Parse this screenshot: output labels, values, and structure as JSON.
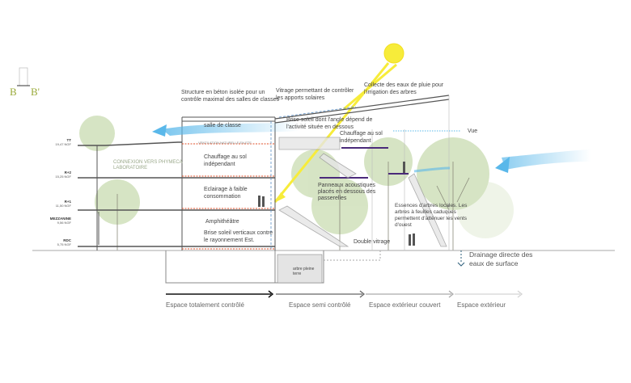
{
  "section_marker": {
    "left": "B",
    "right": "B'"
  },
  "levels": [
    {
      "name": "TT",
      "elev": "19,47 NGF"
    },
    {
      "name": "R+2",
      "elev": "15,25 NGF"
    },
    {
      "name": "R+1",
      "elev": "11,50 NGF"
    },
    {
      "name": "MEZZANINE",
      "elev": "9,56 NGF"
    },
    {
      "name": "RDC",
      "elev": "5,75 NGF"
    }
  ],
  "annotations": {
    "structure": [
      "Structure en béton isolée pour un",
      "contrôle maximal des salles de classes"
    ],
    "vitrage": [
      "Vitrage permettant de contrôler",
      "les apports solaires"
    ],
    "collecte": [
      "Collecte des eaux de pluie pour",
      "l'irrigation des arbres"
    ],
    "salle": "salle de classe",
    "brise_angle": [
      "Brise soleil dont l'angle dépend de",
      "l'activité située en dessous"
    ],
    "chauffage_top": [
      "Chauffage au sol",
      "indépendant"
    ],
    "vue": "Vue",
    "ventilation": "VENTILATION NATURELLE EN ETE",
    "connexion": [
      "CONNEXION VERS PHYMECA",
      "LABORATOIRE"
    ],
    "chauffage_left": [
      "Chauffage au sol",
      "indépendant"
    ],
    "eclairage": [
      "Eclairage à faible",
      "consommation"
    ],
    "panneaux": [
      "Panneaux acoustiques",
      "placés en dessous des",
      "passerelles"
    ],
    "amphi": "Amphithéâtre",
    "brise_vert": [
      "Brise soleil verticaux contre",
      "le rayonnement Est."
    ],
    "double_vitrage": "Double vitrage",
    "essences": [
      "Essences d'arbres locales. Les",
      "arbres à feuilles caduques",
      "permettent d'atténuer les vents",
      "d'ouest"
    ],
    "drainage": [
      "Drainage directe des",
      "eaux de surface"
    ],
    "arbre": [
      "arbre pleine",
      "terre"
    ]
  },
  "legend": [
    {
      "label": "Espace totalement contrôlé",
      "color": "#111111"
    },
    {
      "label": "Espace semi contrôlé",
      "color": "#666666"
    },
    {
      "label": "Espace extérieur couvert",
      "color": "#aaaaaa"
    },
    {
      "label": "Espace extérieur",
      "color": "#d4d4d4"
    }
  ],
  "colors": {
    "sun": "#f7ec3a",
    "wind": "#5ab8ea",
    "tree": "#b6cf95",
    "heating": "#e0502a",
    "floor_accent": "#4a2a7a"
  }
}
